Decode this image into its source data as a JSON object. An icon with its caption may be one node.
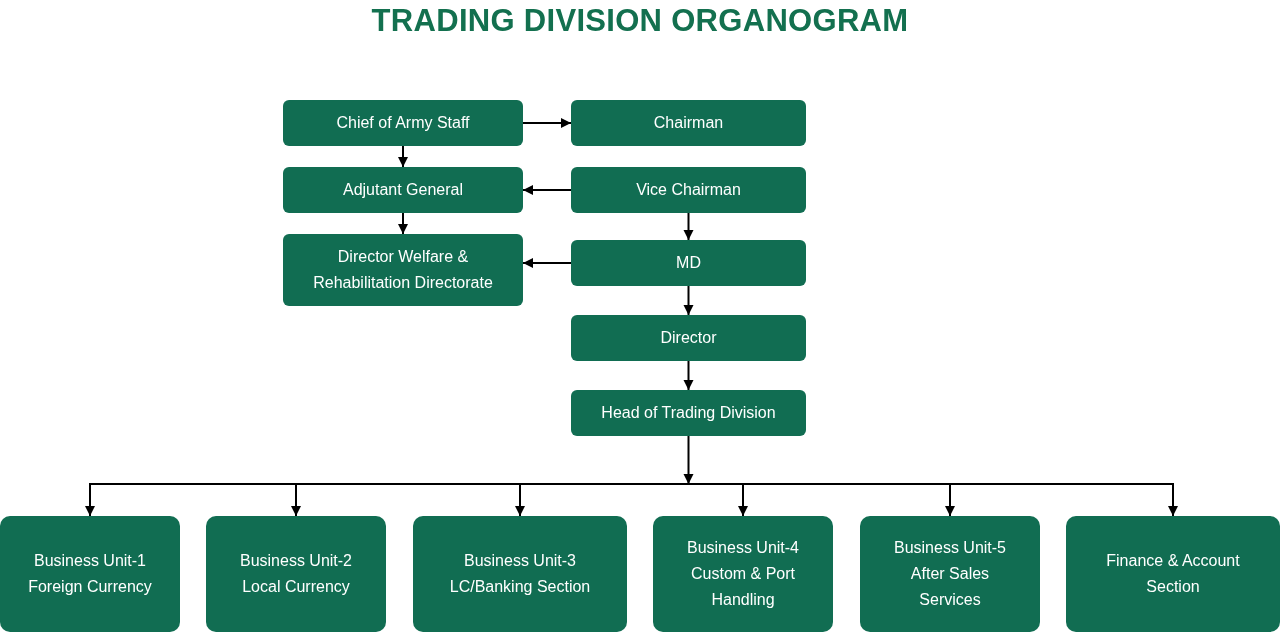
{
  "diagram": {
    "title": "TRADING DIVISION ORGANOGRAM",
    "nodes": [
      {
        "text": [
          "Chief of Army Staff"
        ]
      },
      {
        "text": [
          "Chairman"
        ]
      },
      {
        "text": [
          "Adjutant General"
        ]
      },
      {
        "text": [
          "Vice Chairman"
        ]
      },
      {
        "text": [
          "Director Welfare & Rehabilitation Directorate"
        ]
      },
      {
        "text": [
          "MD"
        ]
      },
      {
        "text": [
          "Director"
        ]
      },
      {
        "text": [
          "Head of Trading Division"
        ]
      },
      {
        "text": [
          "Business Unit-1",
          "Foreign Currency"
        ]
      },
      {
        "text": [
          "Business Unit-2",
          "Local Currency"
        ]
      },
      {
        "text": [
          "Business Unit-3",
          "LC/Banking Section"
        ]
      },
      {
        "text": [
          "Business Unit-4",
          "Custom & Port Handling"
        ]
      },
      {
        "text": [
          "Business Unit-5",
          "After Sales Services"
        ]
      },
      {
        "text": [
          "Finance & Account Section"
        ]
      }
    ],
    "edges": [
      {
        "from": 0,
        "to": 1,
        "arrow": "to"
      },
      {
        "from": 0,
        "to": 2,
        "arrow": "to"
      },
      {
        "from": 3,
        "to": 2,
        "arrow": "to"
      },
      {
        "from": 2,
        "to": 4,
        "arrow": "to"
      },
      {
        "from": 3,
        "to": 5,
        "arrow": "to"
      },
      {
        "from": 5,
        "to": 4,
        "arrow": "to"
      },
      {
        "from": 5,
        "to": 6,
        "arrow": "to"
      },
      {
        "from": 6,
        "to": 7,
        "arrow": "to"
      },
      {
        "from": 7,
        "to": 8,
        "arrow": "to"
      },
      {
        "from": 7,
        "to": 9,
        "arrow": "to"
      },
      {
        "from": 7,
        "to": 10,
        "arrow": "to"
      },
      {
        "from": 7,
        "to": 11,
        "arrow": "to"
      },
      {
        "from": 7,
        "to": 12,
        "arrow": "to"
      },
      {
        "from": 7,
        "to": 13,
        "arrow": "to"
      }
    ]
  }
}
